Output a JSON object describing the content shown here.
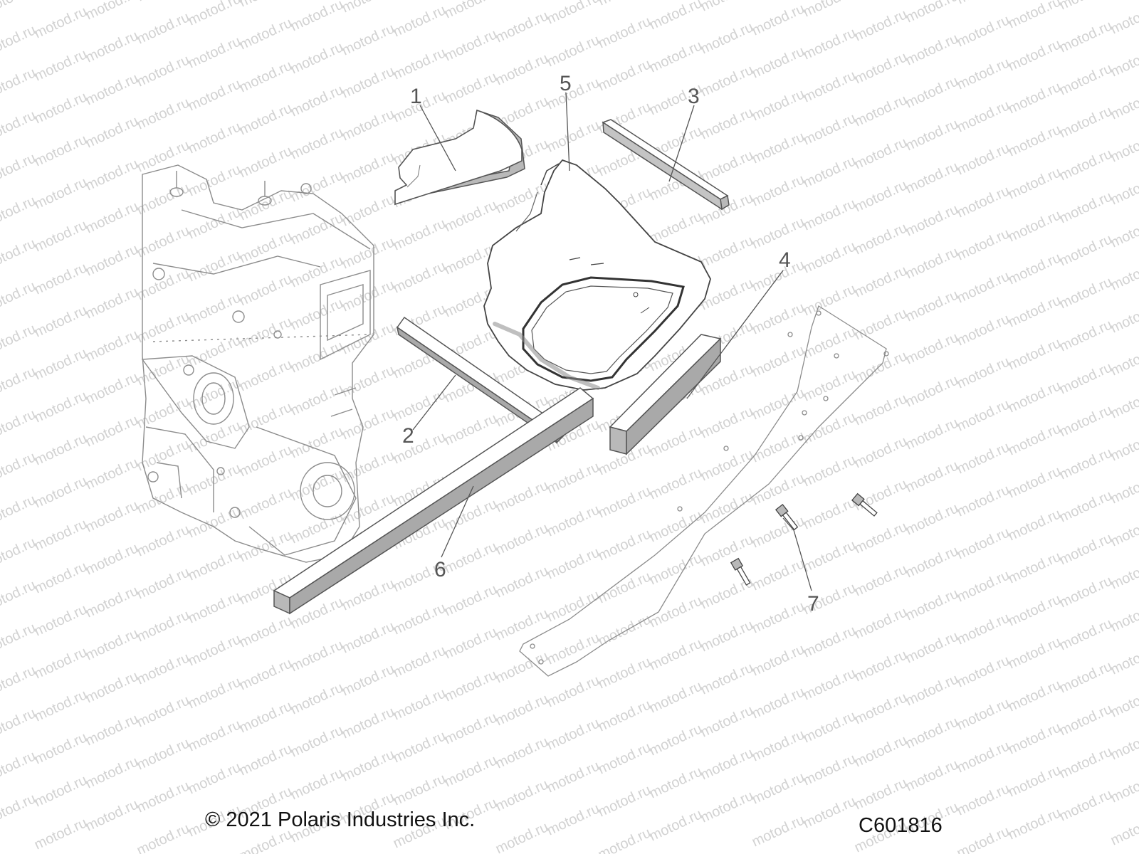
{
  "diagram": {
    "watermark": "motod.ru",
    "callouts": [
      "1",
      "2",
      "3",
      "4",
      "5",
      "6",
      "7"
    ]
  },
  "footer": {
    "copyright": "© 2021 Polaris Industries Inc.",
    "figure_code": "C601816"
  },
  "colors": {
    "line": "#6f6f6f",
    "part_face": "#ffffff",
    "part_edge": "#b9b9b9",
    "callout_text": "#555555",
    "watermark": "#d2d2d2"
  }
}
